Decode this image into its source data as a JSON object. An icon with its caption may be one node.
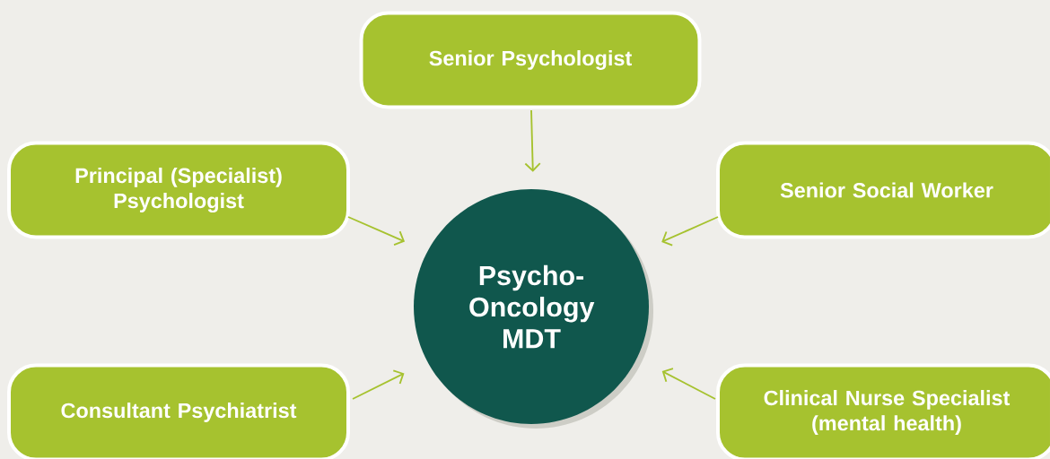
{
  "diagram": {
    "nodes": [
      {
        "text": [
          "Psycho-Oncology MDT"
        ]
      },
      {
        "text": [
          "Senior Psychologist"
        ]
      },
      {
        "text": [
          "Principal (Specialist) Psychologist"
        ]
      },
      {
        "text": [
          "Senior Social Worker"
        ]
      },
      {
        "text": [
          "Consultant Psychiatrist"
        ]
      },
      {
        "text": [
          "Clinical Nurse Specialist (mental health)"
        ]
      }
    ],
    "edges": [
      {
        "from": 1,
        "to": 0,
        "arrow": "to"
      },
      {
        "from": 2,
        "to": 0,
        "arrow": "to"
      },
      {
        "from": 3,
        "to": 0,
        "arrow": "to"
      },
      {
        "from": 4,
        "to": 0,
        "arrow": "to"
      },
      {
        "from": 5,
        "to": 0,
        "arrow": "to"
      }
    ]
  }
}
